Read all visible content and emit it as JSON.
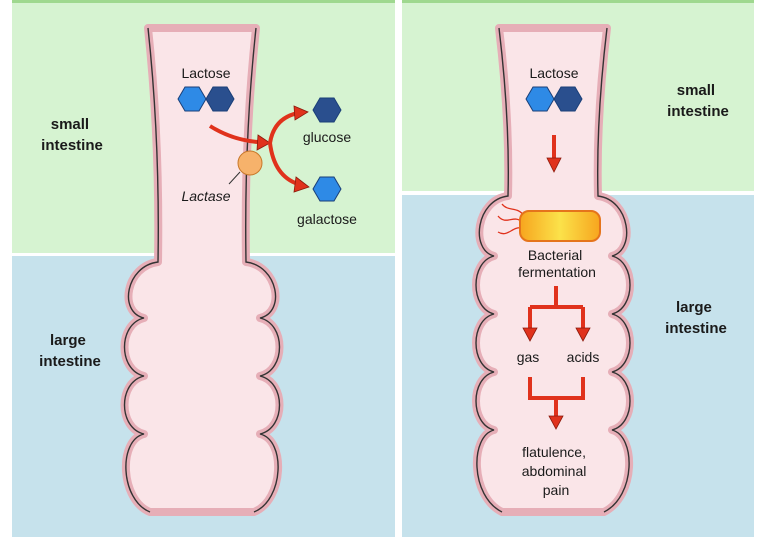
{
  "colors": {
    "small_intestine_bg": "#d6f3d1",
    "large_intestine_bg": "#c6e2ec",
    "intestine_fill": "#fae5e8",
    "intestine_outer": "#e6aeb7",
    "intestine_inner": "#333333",
    "arrow": "#e0321c",
    "arrow_dark": "#8c1a0c",
    "hex_light": "#2e8ae6",
    "hex_dark": "#2a4f8e",
    "enzyme": "#f6b26b",
    "bacterium_outer": "#f28a14",
    "bacterium_inner": "#fbe24a",
    "flagella": "#e0321c"
  },
  "left_panel": {
    "region_small": "small intestine",
    "region_small_lines": [
      "small",
      "intestine"
    ],
    "region_large_lines": [
      "large",
      "intestine"
    ],
    "lactose": "Lactose",
    "enzyme": "Lactase",
    "product_1": "glucose",
    "product_2": "galactose"
  },
  "right_panel": {
    "region_small_lines": [
      "small",
      "intestine"
    ],
    "region_large_lines": [
      "large",
      "intestine"
    ],
    "lactose": "Lactose",
    "fermentation_lines": [
      "Bacterial",
      "fermentation"
    ],
    "product_gas": "gas",
    "product_acids": "acids",
    "outcome_lines": [
      "flatulence,",
      "abdominal",
      "pain"
    ]
  }
}
